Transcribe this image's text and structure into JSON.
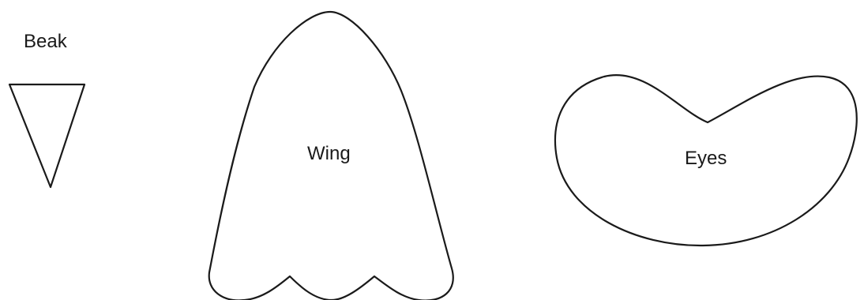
{
  "template": {
    "pieces": [
      {
        "id": "beak",
        "label": "Beak"
      },
      {
        "id": "wing",
        "label": "Wing"
      },
      {
        "id": "eyes",
        "label": "Eyes"
      }
    ]
  }
}
